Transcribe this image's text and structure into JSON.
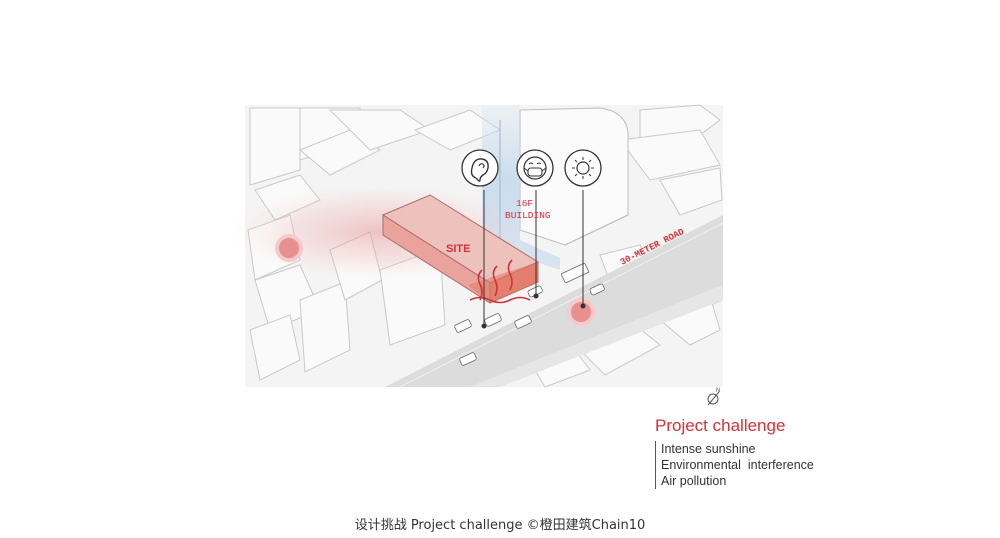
{
  "diagram": {
    "site_label": "SITE",
    "building_label_line1": "16F",
    "building_label_line2": "BUILDING",
    "road_label": "30-METER ROAD",
    "icons": [
      "ear-icon",
      "masked-face-icon",
      "sun-icon",
      "north-arrow-icon"
    ],
    "colors": {
      "accent": "#d2323c",
      "site_fill": "#e9a39c",
      "tower_blue": "#c8dcec",
      "road": "#dcdcdc"
    }
  },
  "legend": {
    "title": "Project challenge",
    "items": [
      "Intense sunshine",
      "Environmental  interference",
      "Air pollution"
    ]
  },
  "caption": "设计挑战 Project challenge ©橙田建筑Chain10"
}
